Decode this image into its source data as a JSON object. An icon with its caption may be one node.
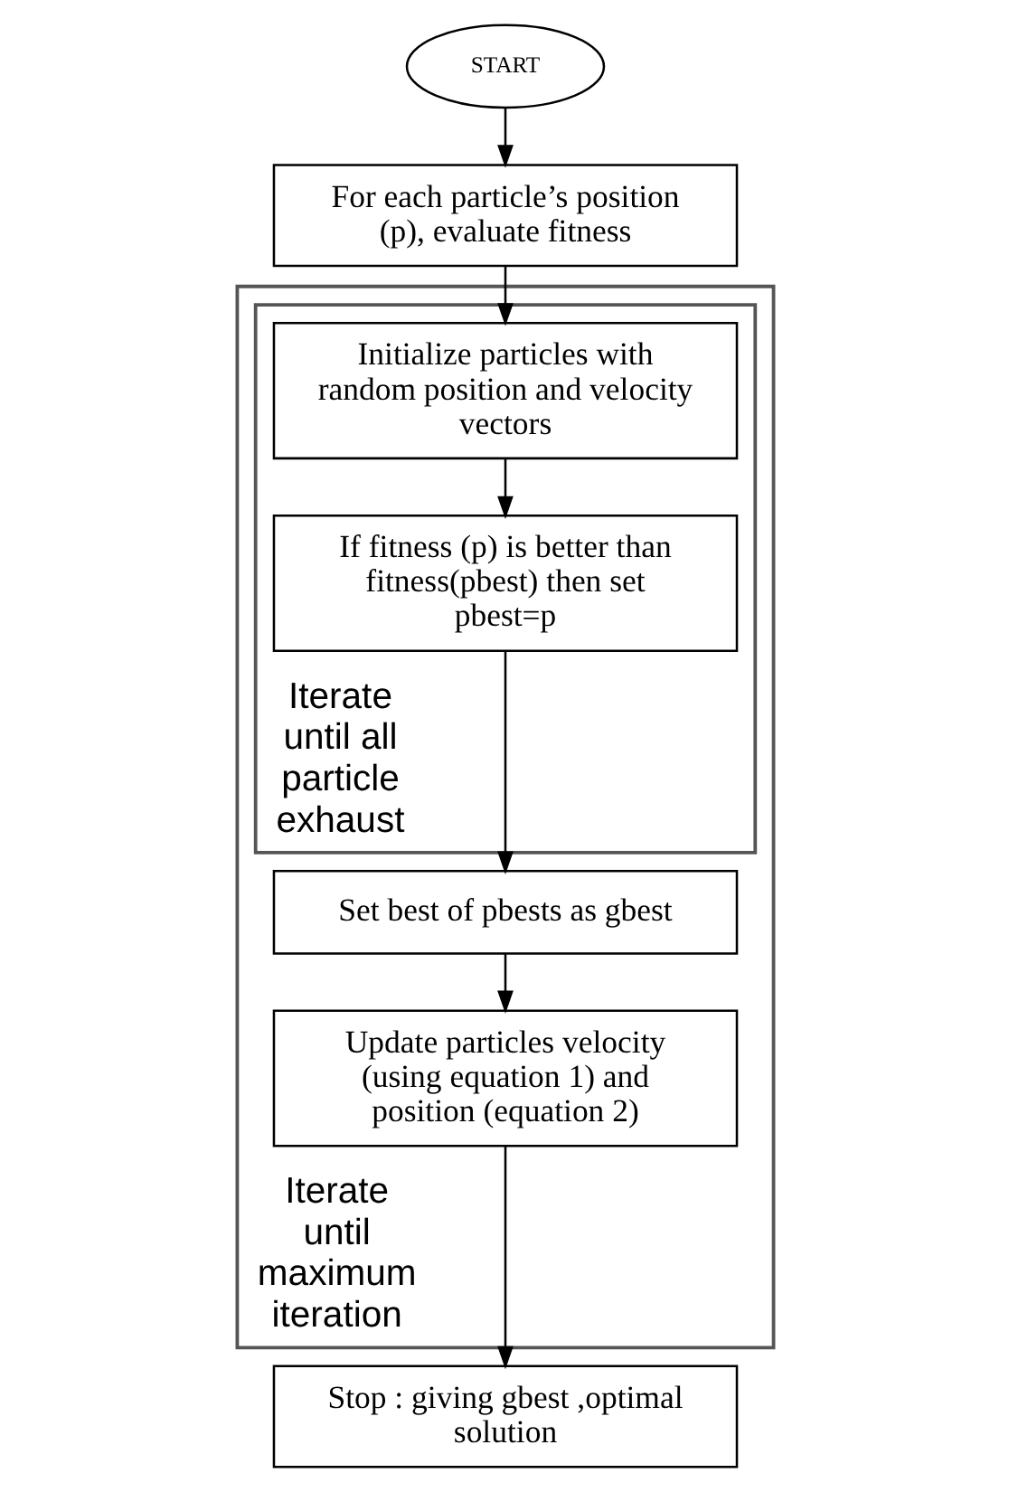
{
  "diagram": {
    "nodes": [
      {
        "text": [
          "START"
        ]
      },
      {
        "text": [
          "For each particle’s position (p), evaluate fitness"
        ]
      },
      {
        "text": [
          "Iterate until maximum iteration"
        ]
      },
      {
        "text": [
          "Iterate until all particle exhaust"
        ],
        "in": 2
      },
      {
        "text": [
          "Initialize particles with random position and velocity vectors"
        ],
        "in": 3
      },
      {
        "text": [
          "If fitness (p) is better than fitness(pbest) then set pbest=p"
        ],
        "in": 3
      },
      {
        "text": [
          "Set best of pbests as gbest"
        ],
        "in": 2
      },
      {
        "text": [
          "Update particles velocity (using equation 1) and position (equation 2)"
        ],
        "in": 2
      },
      {
        "text": [
          "Stop : giving gbest ,optimal solution"
        ]
      }
    ],
    "edges": [
      {
        "from": 0,
        "to": 1,
        "arrow": "to"
      },
      {
        "from": 1,
        "to": 4,
        "arrow": "to"
      },
      {
        "from": 4,
        "to": 5,
        "arrow": "to"
      },
      {
        "from": 5,
        "to": 6,
        "arrow": "to"
      },
      {
        "from": 6,
        "to": 7,
        "arrow": "to"
      },
      {
        "from": 7,
        "to": 8,
        "arrow": "to"
      }
    ]
  }
}
